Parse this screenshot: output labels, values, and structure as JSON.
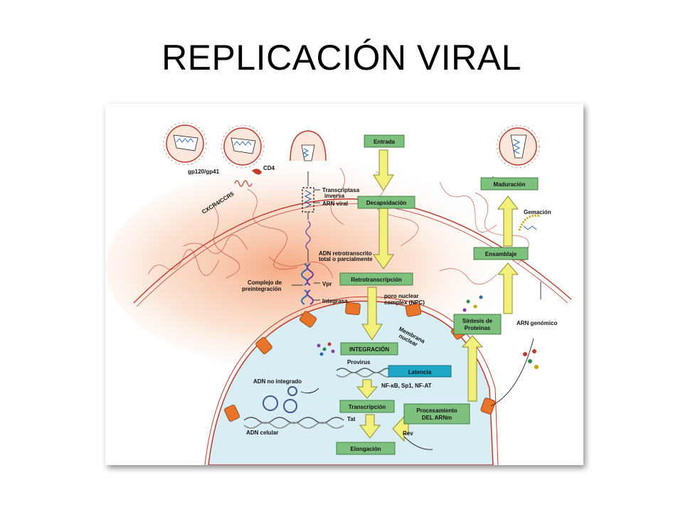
{
  "slide": {
    "title": "REPLICACIÓN VIRAL"
  },
  "steps": {
    "entrada": "Entrada",
    "decapsidacion": "Decapsidación",
    "retrotranscripcion": "Retrotranscripción",
    "integracion": "INTEGRACIÓN",
    "latencia": "Latencia",
    "transcripcion": "Transcripción",
    "elongacion": "Elongación",
    "procesamiento_1": "Procesamiento",
    "procesamiento_2": "DEL ARNm",
    "sintesis_1": "Síntesis de",
    "sintesis_2": "Proteínas",
    "ensamblaje": "Ensamblaje",
    "maduracion": "Maduración"
  },
  "labels": {
    "gp120": "gp120/gp41",
    "cd4": "CD4",
    "cxcr4": "CXCR4/CCR5",
    "transcriptasa_1": "Transcriptasa",
    "transcriptasa_2": "inversa",
    "arn_viral": "ARN viral",
    "adn_retro_1": "ADN retrotranscrito",
    "adn_retro_2": "total o parcialmente",
    "complejo_1": "Complejo de",
    "complejo_2": "preintegración",
    "vpr": "Vpr",
    "integrasa": "Integrasa",
    "poro_1": "poro nuclear",
    "poro_2": "complex (NPC)",
    "membrana_1": "Membrana",
    "membrana_2": "nuclear",
    "provirus": "Provirus",
    "factores": "NF-κB, Sp1, NF-AT",
    "adn_no_integrado": "ADN no integrado",
    "adn_celular": "ADN celular",
    "tat": "Tat",
    "rev": "Rev",
    "gemacion": "Gemación",
    "arn_genomico": "ARN genómico"
  },
  "colors": {
    "step_box": "#7ec07e",
    "latencia_box": "#1fa7c8",
    "arrow_fill": "#f2f07a",
    "arrow_stroke": "#8a8a30",
    "membrane": "#c0392b",
    "nucleus_fill": "#d8eef4",
    "pore": "#e8742a",
    "cytoplasm_glow": "#f7b08a"
  }
}
